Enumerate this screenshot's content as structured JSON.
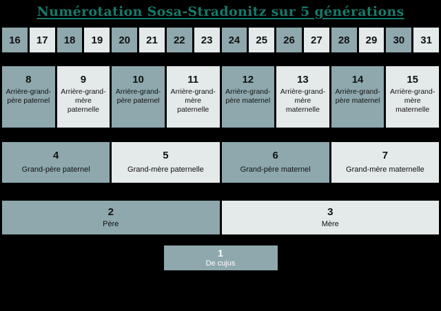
{
  "title": "Numérotation Sosa-Stradonitz sur 5 générations",
  "colors": {
    "background": "#000000",
    "title": "#16796a",
    "male_cell": "#8ea8ad",
    "female_cell": "#e4e9ea",
    "cell_text": "#111111",
    "root_text": "#ffffff"
  },
  "generations": [
    {
      "id": "generation-5",
      "cells": [
        {
          "number": "16",
          "label": "",
          "type": "male"
        },
        {
          "number": "17",
          "label": "",
          "type": "female"
        },
        {
          "number": "18",
          "label": "",
          "type": "male"
        },
        {
          "number": "19",
          "label": "",
          "type": "female"
        },
        {
          "number": "20",
          "label": "",
          "type": "male"
        },
        {
          "number": "21",
          "label": "",
          "type": "female"
        },
        {
          "number": "22",
          "label": "",
          "type": "male"
        },
        {
          "number": "23",
          "label": "",
          "type": "female"
        },
        {
          "number": "24",
          "label": "",
          "type": "male"
        },
        {
          "number": "25",
          "label": "",
          "type": "female"
        },
        {
          "number": "26",
          "label": "",
          "type": "male"
        },
        {
          "number": "27",
          "label": "",
          "type": "female"
        },
        {
          "number": "28",
          "label": "",
          "type": "male"
        },
        {
          "number": "29",
          "label": "",
          "type": "female"
        },
        {
          "number": "30",
          "label": "",
          "type": "male"
        },
        {
          "number": "31",
          "label": "",
          "type": "female"
        }
      ]
    },
    {
      "id": "generation-4",
      "cells": [
        {
          "number": "8",
          "label": "Arrière-grand-père paternel",
          "type": "male"
        },
        {
          "number": "9",
          "label": "Arrière-grand-mère paternelle",
          "type": "female"
        },
        {
          "number": "10",
          "label": "Arrière-grand-père paternel",
          "type": "male"
        },
        {
          "number": "11",
          "label": "Arrière-grand-mère paternelle",
          "type": "female"
        },
        {
          "number": "12",
          "label": "Arrière-grand-père maternel",
          "type": "male"
        },
        {
          "number": "13",
          "label": "Arrière-grand-mère maternelle",
          "type": "female"
        },
        {
          "number": "14",
          "label": "Arrière-grand-père maternel",
          "type": "male"
        },
        {
          "number": "15",
          "label": "Arrière-grand-mère maternelle",
          "type": "female"
        }
      ]
    },
    {
      "id": "generation-3",
      "cells": [
        {
          "number": "4",
          "label": "Grand-père paternel",
          "type": "male"
        },
        {
          "number": "5",
          "label": "Grand-mère paternelle",
          "type": "female"
        },
        {
          "number": "6",
          "label": "Grand-père maternel",
          "type": "male"
        },
        {
          "number": "7",
          "label": "Grand-mère maternelle",
          "type": "female"
        }
      ]
    },
    {
      "id": "generation-2",
      "cells": [
        {
          "number": "2",
          "label": "Père",
          "type": "male"
        },
        {
          "number": "3",
          "label": "Mère",
          "type": "female"
        }
      ]
    },
    {
      "id": "generation-1",
      "cells": [
        {
          "number": "1",
          "label": "De cujus",
          "type": "root"
        }
      ]
    }
  ]
}
